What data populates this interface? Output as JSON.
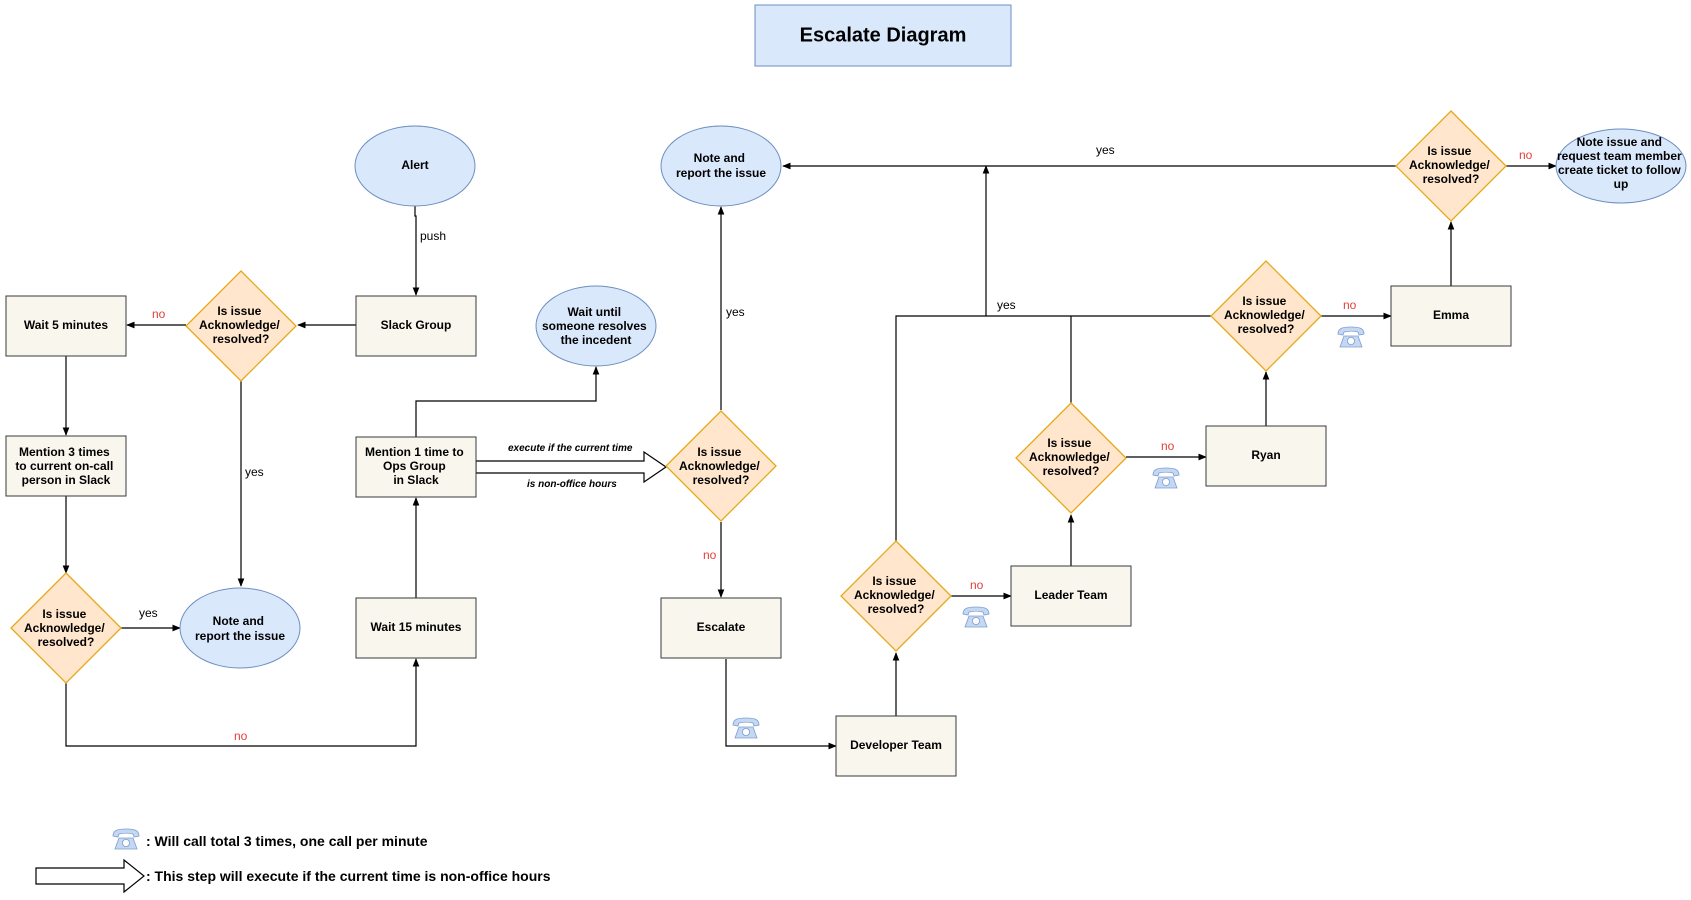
{
  "title": "Escalate Diagram",
  "colors": {
    "process_fill": "#f9f7ed",
    "terminal_fill": "#dae8fc",
    "decision_fill": "#ffe6cc",
    "decision_stroke": "#e6a817",
    "no_label": "#e0413a",
    "phone_icon": "#a9c4eb"
  },
  "nodes": {
    "alert": "Alert",
    "slack_group": "Slack Group",
    "decision_1": [
      "Is issue",
      "Acknowledge/",
      "resolved?"
    ],
    "wait_5": "Wait 5 minutes",
    "mention_3": [
      "Mention 3 times",
      "to current on-call",
      "person in Slack"
    ],
    "decision_2": [
      "Is issue",
      "Acknowledge/",
      "resolved?"
    ],
    "note_report_1": [
      "Note and",
      "report the issue"
    ],
    "wait_15": "Wait 15 minutes",
    "mention_1": [
      "Mention 1 time to",
      "Ops Group",
      "in Slack"
    ],
    "wait_until": [
      "Wait until",
      "someone resolves",
      "the incedent"
    ],
    "decision_3": [
      "Is issue",
      "Acknowledge/",
      "resolved?"
    ],
    "note_report_2": [
      "Note and",
      "report the issue"
    ],
    "escalate": "Escalate",
    "developer_team": "Developer Team",
    "decision_4": [
      "Is issue",
      "Acknowledge/",
      "resolved?"
    ],
    "leader_team": "Leader Team",
    "decision_5": [
      "Is issue",
      "Acknowledge/",
      "resolved?"
    ],
    "ryan": "Ryan",
    "decision_6": [
      "Is issue",
      "Acknowledge/",
      "resolved?"
    ],
    "emma": "Emma",
    "decision_7": [
      "Is issue",
      "Acknowledge/",
      "resolved?"
    ],
    "note_ticket": [
      "Note issue and",
      "request team member",
      "create ticket to follow",
      "up"
    ]
  },
  "edge_labels": {
    "push": "push",
    "yes": "yes",
    "no": "no",
    "nonoffice_top": "execute if the current time",
    "nonoffice_bottom": "is non-office hours"
  },
  "legend": {
    "phone_icon": "telephone-icon",
    "phone_text": ": Will call total 3 times, one call per minute",
    "arrow_text": ": This step will execute if the current time is non-office hours"
  }
}
